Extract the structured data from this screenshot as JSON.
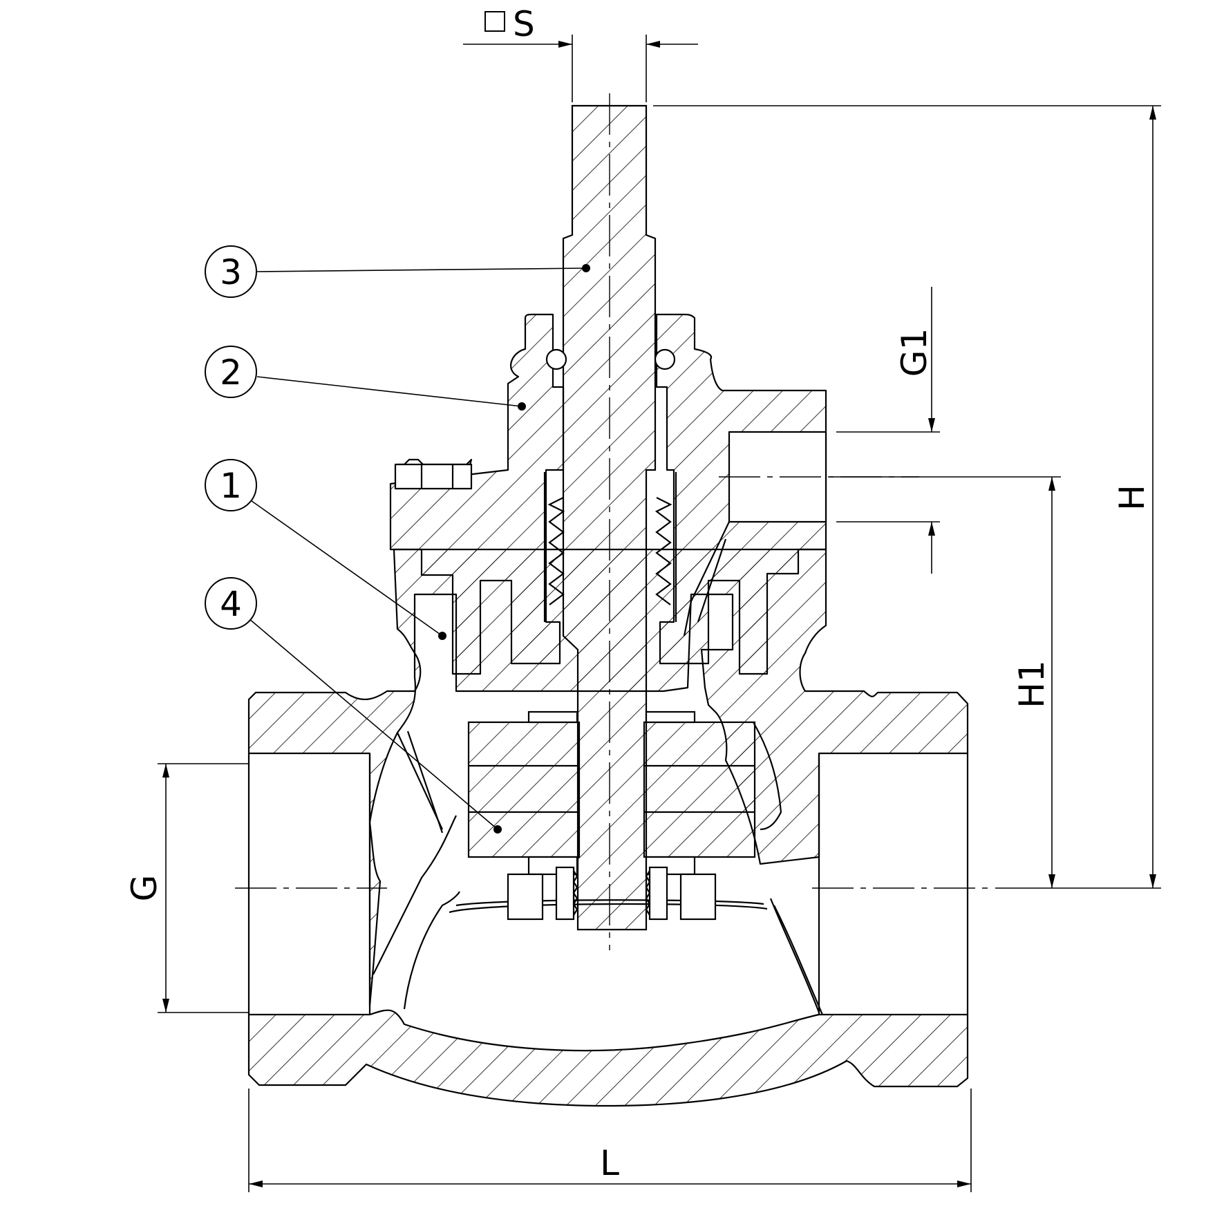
{
  "balloons": [
    {
      "num": "3"
    },
    {
      "num": "2"
    },
    {
      "num": "1"
    },
    {
      "num": "4"
    }
  ],
  "dimensions": {
    "square_symbol": "□",
    "S": "S",
    "G1": "G1",
    "H": "H",
    "H1": "H1",
    "G": "G",
    "L": "L"
  },
  "colors": {
    "line": "#000000",
    "background": "#ffffff"
  }
}
